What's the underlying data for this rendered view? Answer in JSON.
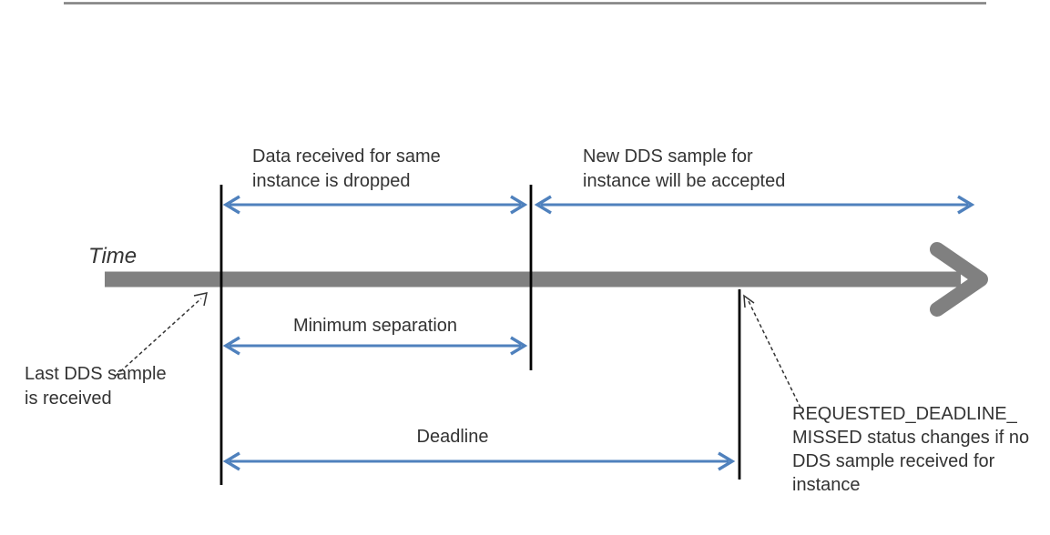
{
  "colors": {
    "accent_blue": "#4f81bd",
    "time_gray": "#808080",
    "rule_gray": "#7f7f7f",
    "marker_black": "#000000",
    "text_dark": "#333333",
    "background": "#ffffff"
  },
  "diagram": {
    "time_axis": {
      "label": "Time"
    },
    "annotations": {
      "dropped": {
        "line1": "Data received for same",
        "line2": "instance is dropped"
      },
      "accepted": {
        "line1": "New DDS sample for",
        "line2": "instance will be accepted"
      },
      "last_sample": {
        "line1": "Last DDS sample",
        "line2": "is received"
      },
      "min_separation": {
        "label": "Minimum separation"
      },
      "deadline": {
        "label": "Deadline"
      },
      "deadline_missed": {
        "line1": "REQUESTED_DEADLINE_",
        "line2": "MISSED status changes if no",
        "line3": "DDS sample received for",
        "line4": "instance"
      }
    }
  }
}
